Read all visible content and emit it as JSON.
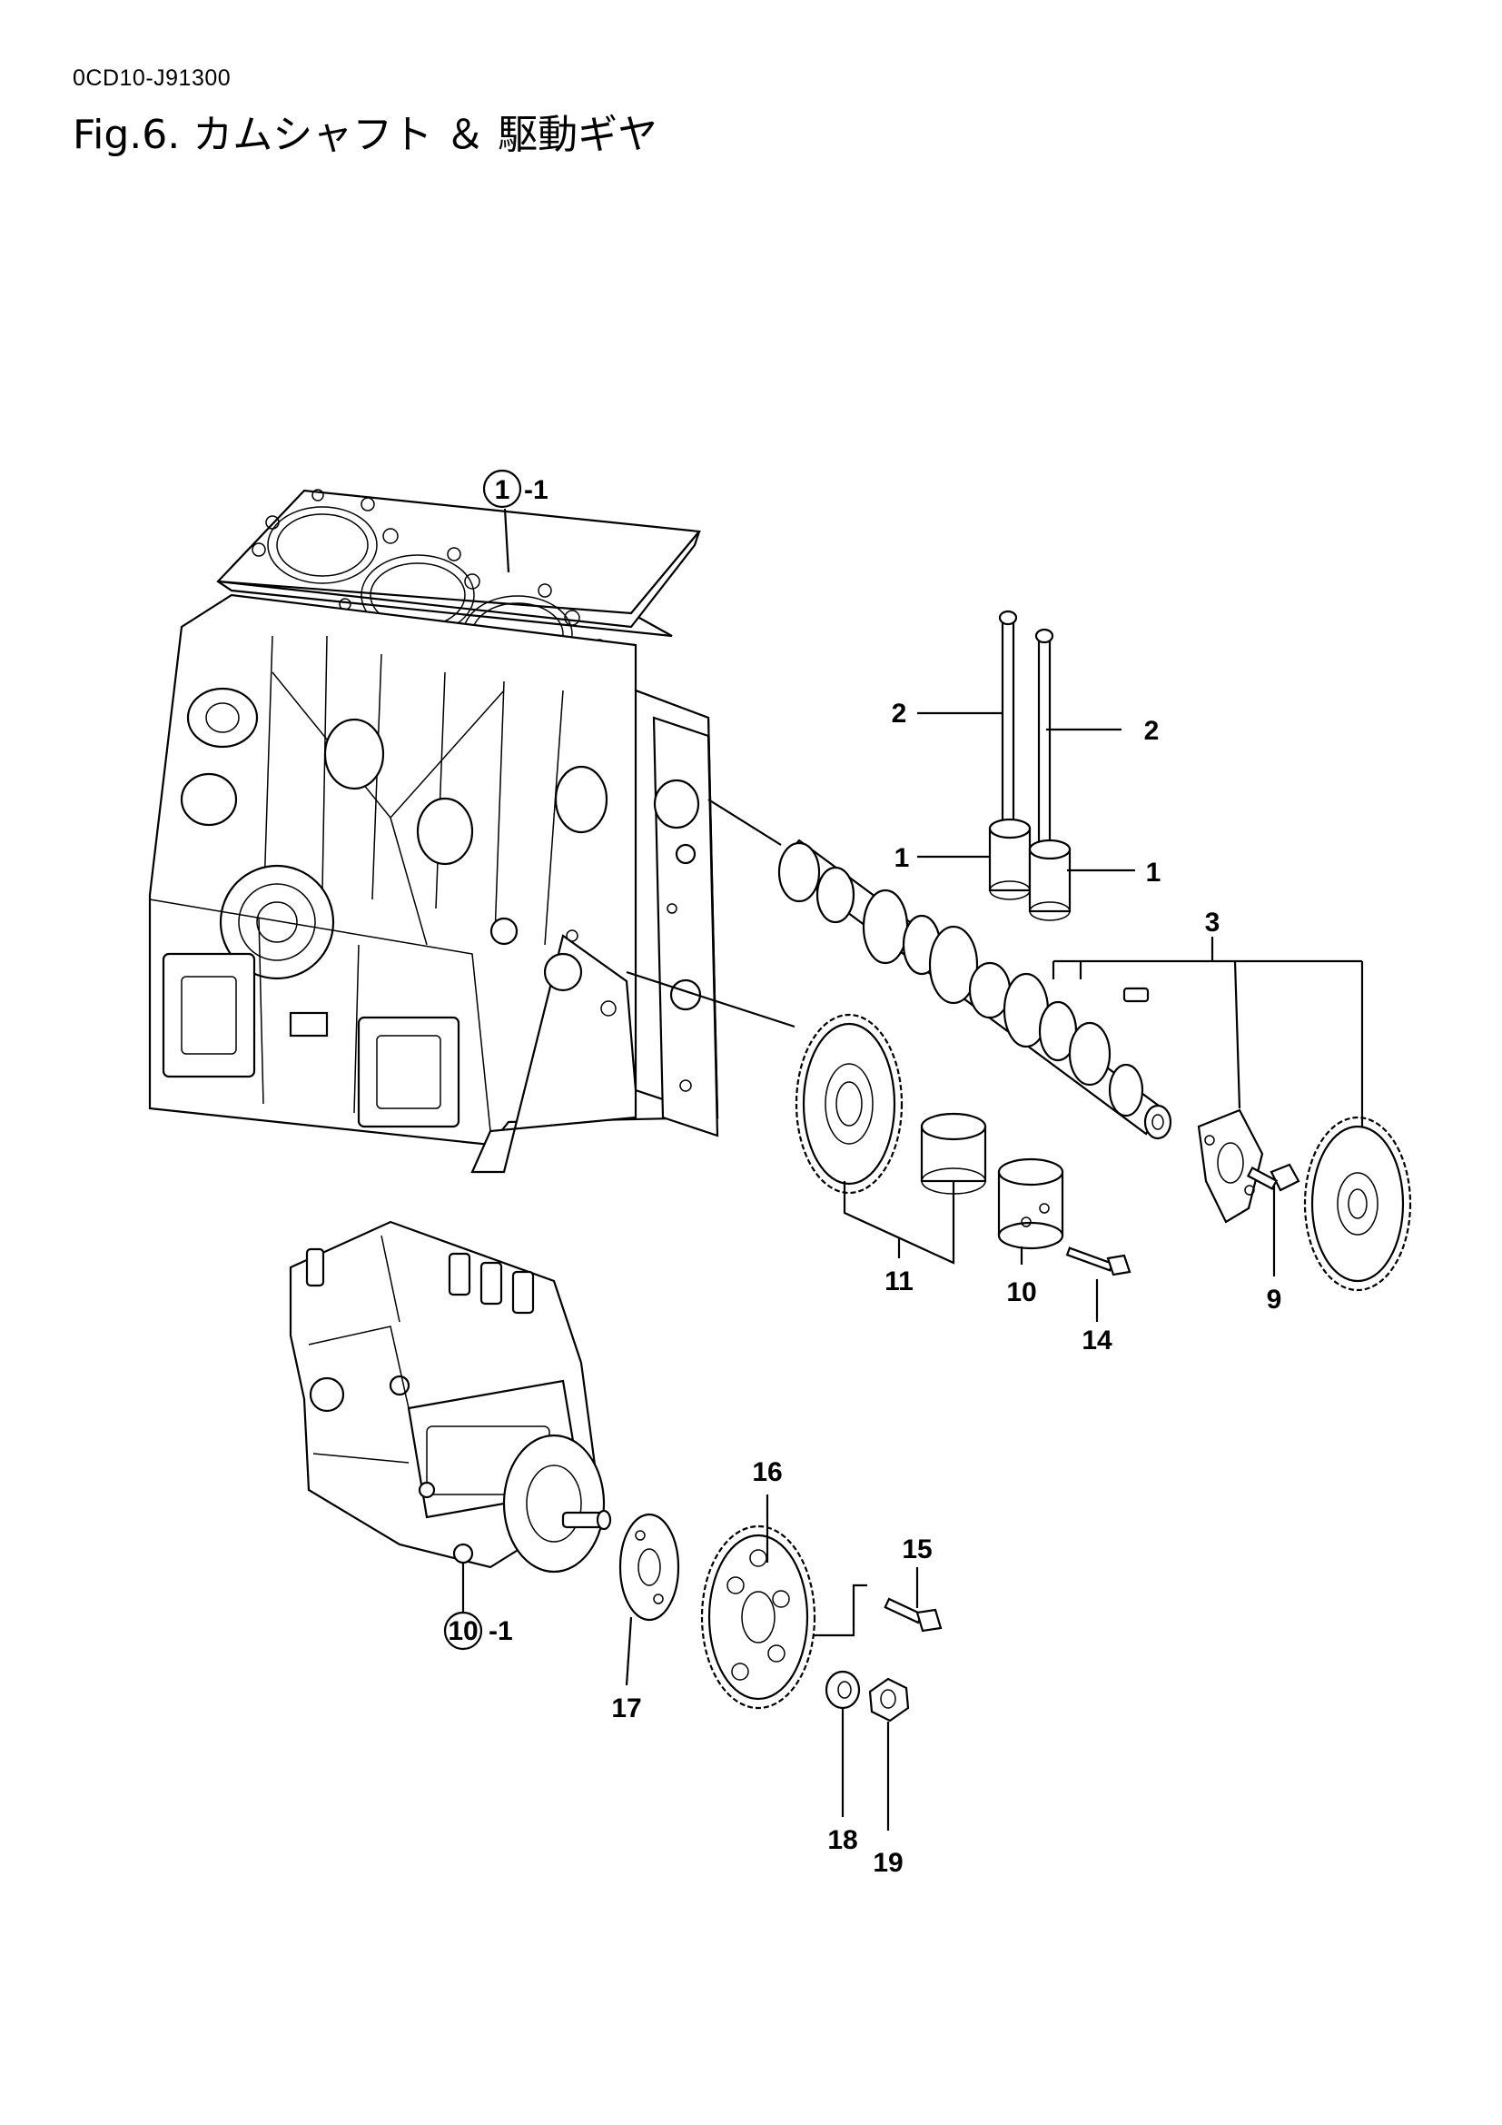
{
  "document": {
    "code": "0CD10-J91300",
    "title": "Fig.6. カムシャフト ＆ 駆動ギヤ"
  },
  "callouts": {
    "c1_1": {
      "num": "1",
      "suffix": "-1"
    },
    "c2_left": "2",
    "c2_right": "2",
    "c1_left": "1",
    "c1_right": "1",
    "c3": "3",
    "c9": "9",
    "c10": "10",
    "c11": "11",
    "c14": "14",
    "c10_1": {
      "num": "10",
      "suffix": "-1"
    },
    "c15": "15",
    "c16": "16",
    "c17": "17",
    "c18": "18",
    "c19": "19"
  }
}
